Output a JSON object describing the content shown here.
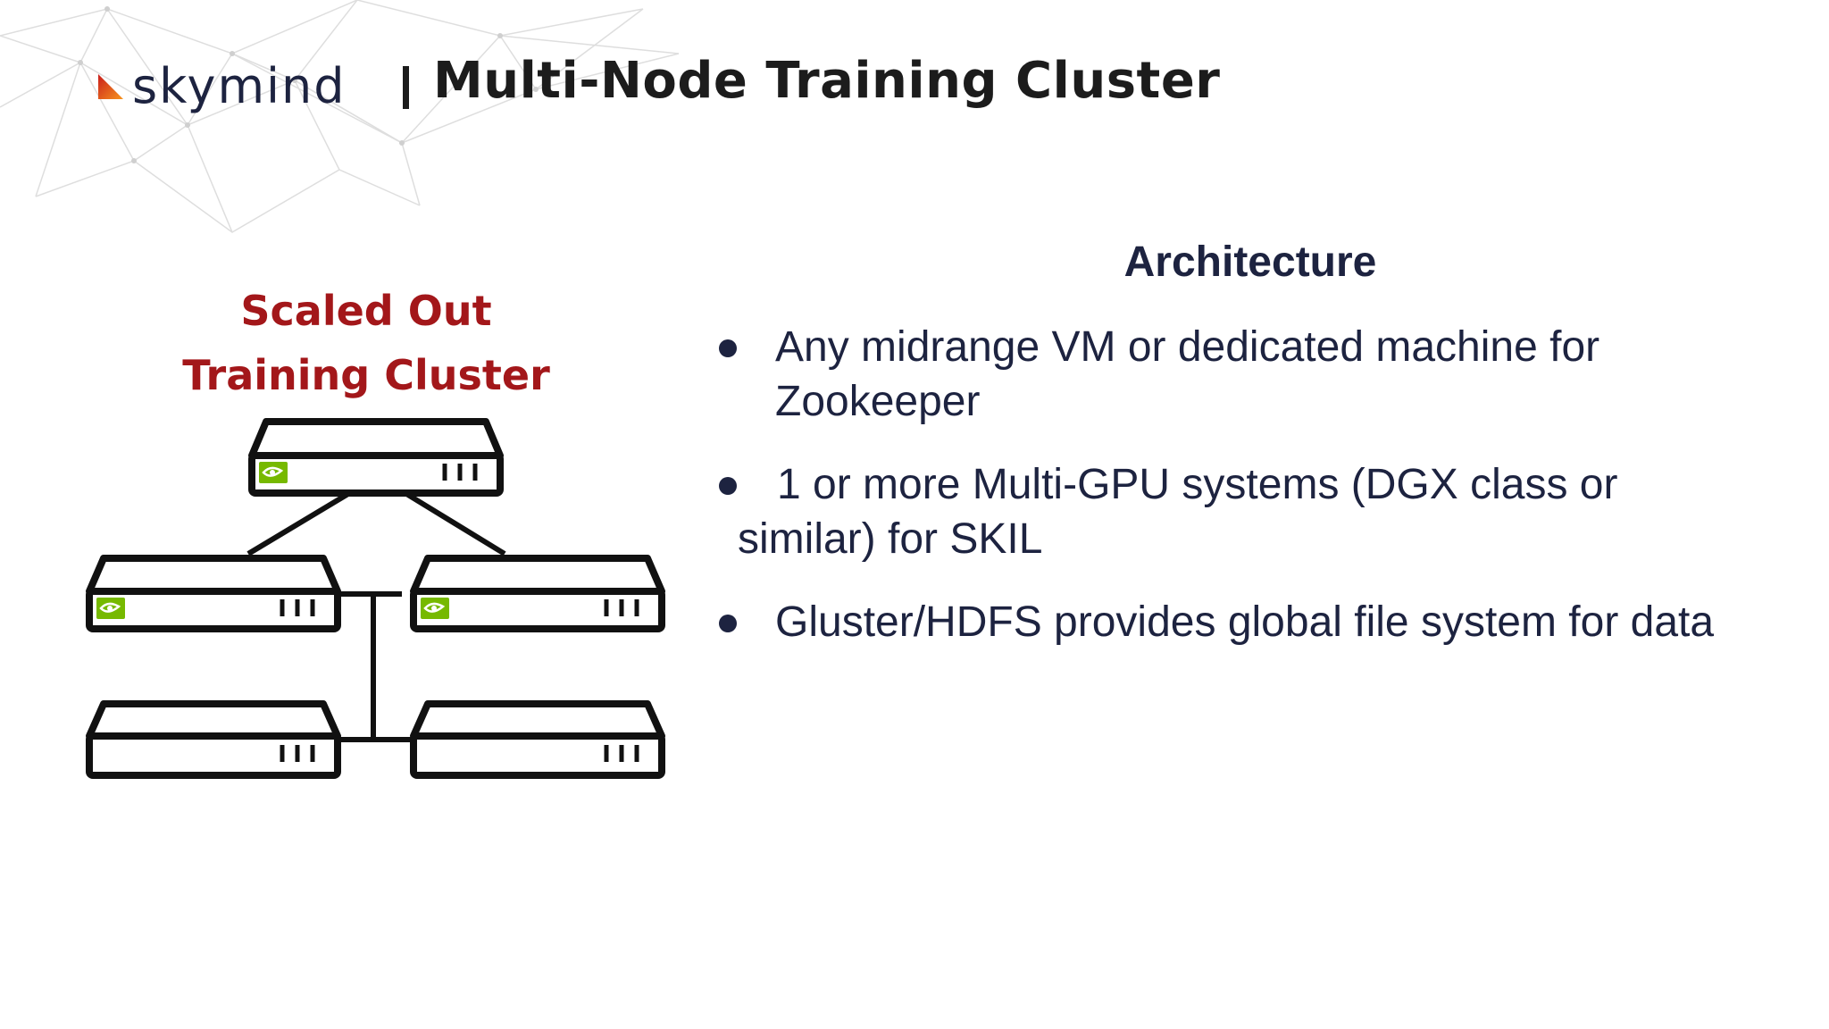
{
  "header": {
    "logo_text": "skymind",
    "title": "Multi-Node Training Cluster"
  },
  "diagram": {
    "title_line1": "Scaled Out",
    "title_line2": "Training Cluster"
  },
  "architecture": {
    "heading": "Architecture",
    "bullets": [
      {
        "line1": "Any midrange VM or dedicated machine for",
        "line2": "Zookeeper"
      },
      {
        "line1": "1 or more Multi-GPU systems (DGX class or",
        "line2": "similar) for SKIL"
      },
      {
        "line1": "Gluster/HDFS provides global file system for data"
      }
    ]
  },
  "colors": {
    "navy": "#1d2340",
    "title_red": "#a3171a",
    "gpu_green": "#76b900",
    "logo_orange": "#f05a28"
  }
}
